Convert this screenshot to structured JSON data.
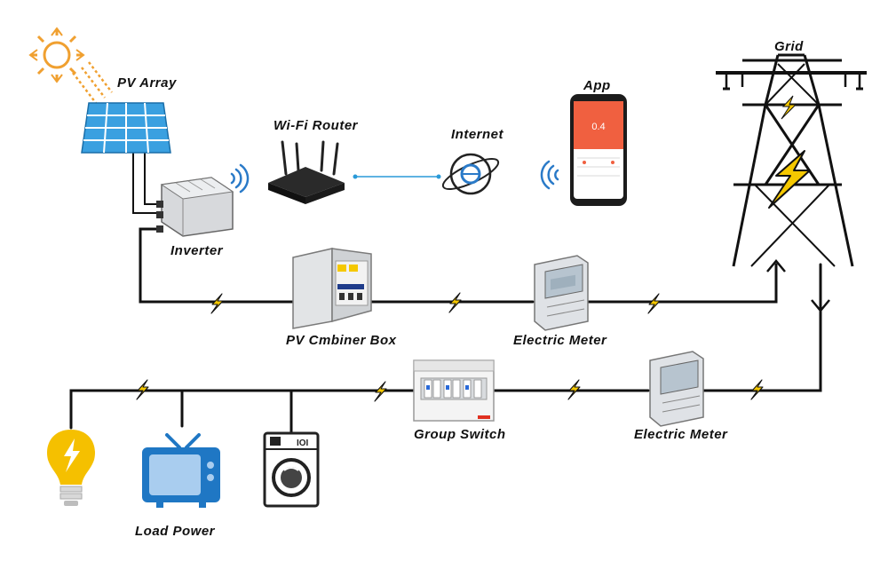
{
  "labels": {
    "pv_array": "PV Array",
    "wifi_router": "Wi-Fi Router",
    "internet": "Internet",
    "app": "App",
    "grid": "Grid",
    "inverter": "Inverter",
    "combiner_box": "PV Cmbiner Box",
    "meter_upper": "Electric Meter",
    "group_switch": "Group Switch",
    "meter_lower": "Electric Meter",
    "load_power": "Load Power"
  },
  "app_screen": {
    "reading": "0.4"
  },
  "washer_panel": "IOI",
  "colors": {
    "sun": "#f0a030",
    "panel": "#3aa0e0",
    "bolt": "#f5c800",
    "phone_accent": "#f06040",
    "tv": "#1f77c4",
    "bulb": "#f5c000",
    "wire": "#111111",
    "link": "#2a9ad8"
  },
  "icons": [
    "sun-icon",
    "solar-panel-icon",
    "wifi-signal-icon",
    "router-icon",
    "internet-globe-icon",
    "smartphone-icon",
    "transmission-tower-icon",
    "lightning-bolt-icon",
    "light-bulb-icon",
    "television-icon",
    "washing-machine-icon"
  ]
}
